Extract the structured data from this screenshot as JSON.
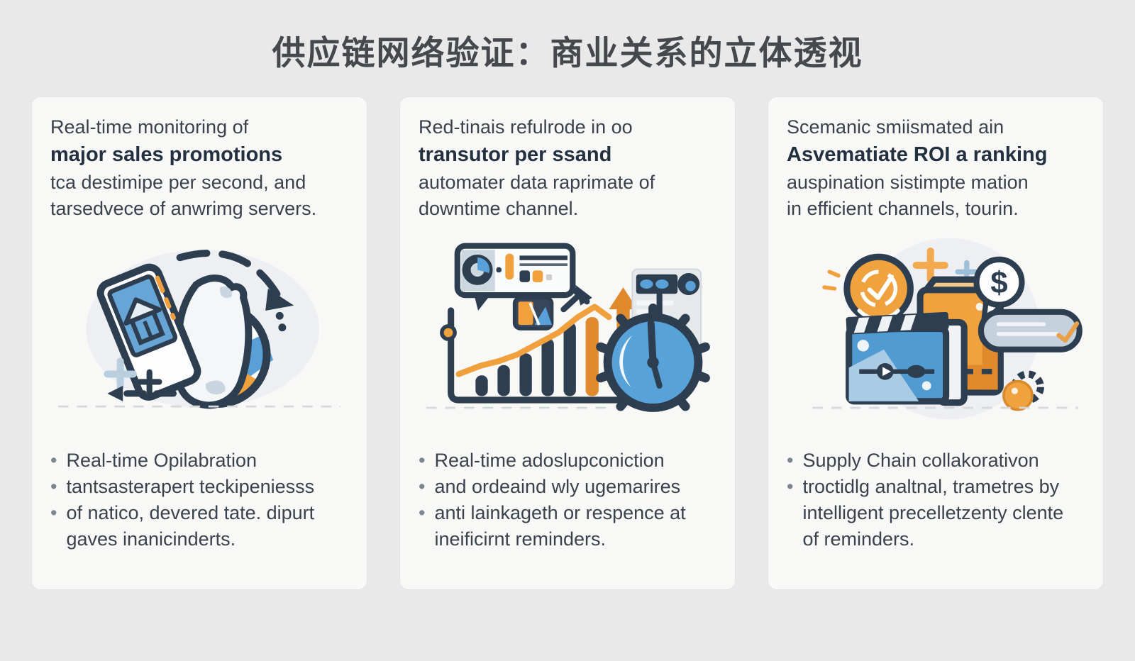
{
  "title": "供应链网络验证：商业关系的立体透视",
  "colors": {
    "page-bg": "#e9e9e9",
    "card-bg": "#f8f8f7",
    "navy": "#2e3e51",
    "text": "#39424d",
    "bold-text": "#23303f",
    "title-text": "#45494e",
    "bullet-dot": "#7d868f",
    "blue": "#58a0d7",
    "light-blue": "#a9c9e2",
    "gray-blue": "#ccd7e0",
    "orange": "#f0a03d",
    "dark-orange": "#e0892d",
    "soft-bg": "#edeff3",
    "baseline": "#d6d8da"
  },
  "cards": [
    {
      "id": "monitoring",
      "intro": {
        "line1": "Real-time monitoring of",
        "bold": "major sales promotions",
        "line2": "tca destimipe per second, and",
        "line3": "tarsedvece of anwrimg servers."
      },
      "illustration": "phone-sync-globe",
      "bullets": [
        "Real-time Opilabration",
        "tantsasterapert teckipeniesss",
        "of natico, devered tate. dipurt gaves inanicinderts."
      ]
    },
    {
      "id": "transutor",
      "intro": {
        "line1": "Red-tinais refulrode in oo",
        "bold": "transutor per ssand",
        "line2": "automater data raprimate of",
        "line3": "downtime channel."
      },
      "illustration": "analytics-clock",
      "bullets": [
        "Real-time adoslupconiction",
        "and ordeaind wly ugemarires",
        "anti lainkageth or respence at ineificirnt reminders."
      ]
    },
    {
      "id": "roi",
      "intro": {
        "line1": "Scemanic smiismated ain",
        "bold": "Asvematiate ROI a ranking",
        "line2": "auspination sistimpte mation",
        "line3": "in efficient channels, tourin."
      },
      "illustration": "packages-roi",
      "bullets": [
        "Supply Chain collakorativon",
        "troctidlg analtnal, trametres by intelligent precelletzenty clente of reminders."
      ]
    }
  ]
}
